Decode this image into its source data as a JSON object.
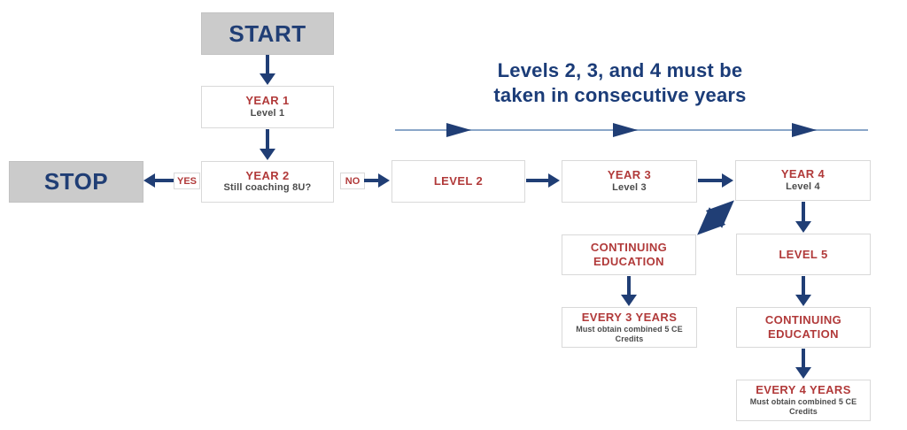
{
  "heading": {
    "line1": "Levels 2, 3, and 4 must be",
    "line2": "taken in consecutive years"
  },
  "labels": {
    "yes": "YES",
    "no": "NO"
  },
  "nodes": {
    "start": {
      "title": "START"
    },
    "year1": {
      "title": "YEAR 1",
      "subtitle": "Level 1"
    },
    "year2": {
      "title": "YEAR 2",
      "subtitle": "Still coaching 8U?"
    },
    "stop": {
      "title": "STOP"
    },
    "level2": {
      "title": "LEVEL 2"
    },
    "year3": {
      "title": "YEAR 3",
      "subtitle": "Level 3"
    },
    "year4": {
      "title": "YEAR 4",
      "subtitle": "Level 4"
    },
    "continuing_education_left": {
      "title": "CONTINUING EDUCATION"
    },
    "every_3_years": {
      "title": "EVERY 3 YEARS",
      "subtitle": "Must obtain combined 5 CE Credits"
    },
    "level5": {
      "title": "LEVEL 5"
    },
    "continuing_education_right": {
      "title": "CONTINUING EDUCATION"
    },
    "every_4_years": {
      "title": "EVERY 4 YEARS",
      "subtitle": "Must obtain combined 5 CE Credits"
    }
  },
  "colors": {
    "navy": "#203e75",
    "heading_navy": "#1b3c78",
    "red": "#b13a3a",
    "terminal_gray": "#cbcbcb",
    "subtitle_gray": "#4b4b4b",
    "timeline_blue": "#8aa6c8",
    "box_border": "#d9d9d9"
  }
}
